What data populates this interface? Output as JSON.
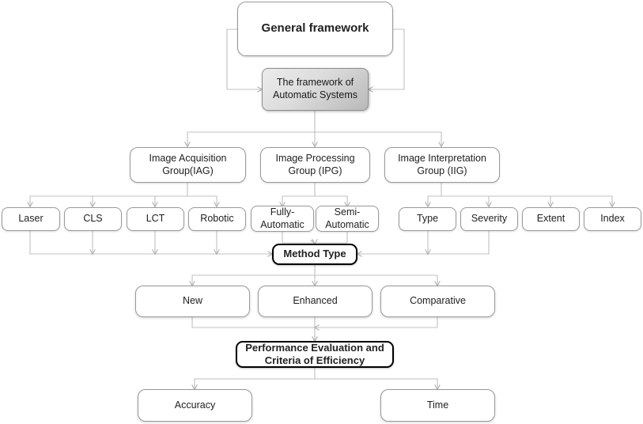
{
  "diagram": {
    "title": "General framework",
    "nodes": {
      "general_framework": "General framework",
      "automatic_systems_l1": "The framework  of",
      "automatic_systems_l2": "Automatic Systems",
      "iag_l1": "Image Acquisition",
      "iag_l2": "Group(IAG)",
      "ipg_l1": "Image Processing",
      "ipg_l2": "Group (IPG)",
      "iig_l1": "Image Interpretation",
      "iig_l2": "Group (IIG)",
      "laser": "Laser",
      "cls": "CLS",
      "lct": "LCT",
      "robotic": "Robotic",
      "fully_automatic_l1": "Fully-",
      "fully_automatic_l2": "Automatic",
      "semi_automatic_l1": "Semi-",
      "semi_automatic_l2": "Automatic",
      "type": "Type",
      "severity": "Severity",
      "extent": "Extent",
      "index": "Index",
      "method_type": "Method Type",
      "new": "New",
      "enhanced": "Enhanced",
      "comparative": "Comparative",
      "performance_l1": "Performance Evaluation and",
      "performance_l2": "Criteria of Efficiency",
      "accuracy": "Accuracy",
      "time": "Time"
    },
    "colors": {
      "connector": "#b8b8b8",
      "box_border": "#9a9a9a",
      "emphasis_border": "#000000",
      "gray_fill_light": "#ececec",
      "gray_fill_dark": "#b9b9b9",
      "text": "#212121",
      "background": "#ffffff"
    }
  }
}
